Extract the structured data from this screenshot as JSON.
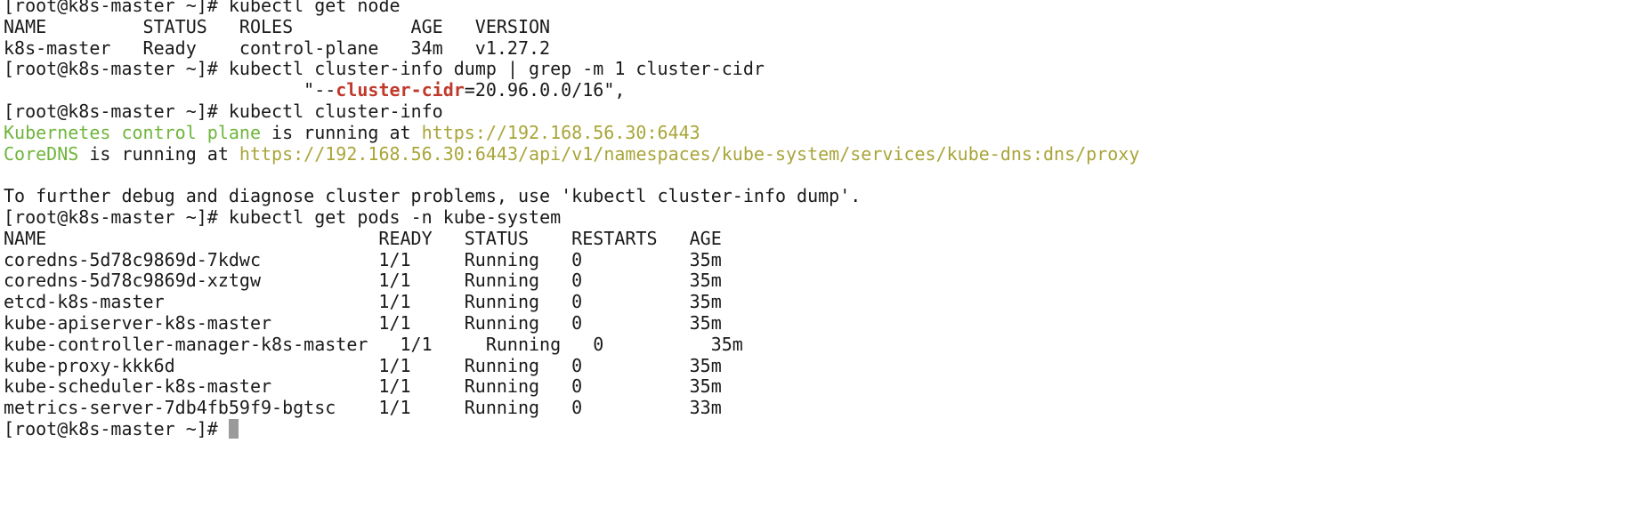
{
  "terminal": {
    "prompt": "[root@k8s-master ~]# ",
    "cmd_get_node": "kubectl get node",
    "node_header": "NAME         STATUS   ROLES           AGE   VERSION",
    "node_row": "k8s-master   Ready    control-plane   34m   v1.27.2",
    "cmd_cluster_info_dump": "kubectl cluster-info dump | grep -m 1 cluster-cidr",
    "cidr_prefix": "                            \"--",
    "cidr_highlight": "cluster-cidr",
    "cidr_suffix": "=20.96.0.0/16\",",
    "cmd_cluster_info": "kubectl cluster-info",
    "cp_label": "Kubernetes control plane",
    "cp_middle": " is running at ",
    "cp_url": "https://192.168.56.30:6443",
    "dns_label": "CoreDNS",
    "dns_middle": " is running at ",
    "dns_url": "https://192.168.56.30:6443/api/v1/namespaces/kube-system/services/kube-dns:dns/proxy",
    "debug_hint": "To further debug and diagnose cluster problems, use 'kubectl cluster-info dump'.",
    "cmd_get_pods": "kubectl get pods -n kube-system",
    "pods_header": "NAME                               READY   STATUS    RESTARTS   AGE",
    "pods": [
      "coredns-5d78c9869d-7kdwc           1/1     Running   0          35m",
      "coredns-5d78c9869d-xztgw           1/1     Running   0          35m",
      "etcd-k8s-master                    1/1     Running   0          35m",
      "kube-apiserver-k8s-master          1/1     Running   0          35m",
      "kube-controller-manager-k8s-master   1/1     Running   0          35m",
      "kube-proxy-kkk6d                   1/1     Running   0          35m",
      "kube-scheduler-k8s-master          1/1     Running   0          35m",
      "metrics-server-7db4fb59f9-bgtsc    1/1     Running   0          33m"
    ]
  }
}
